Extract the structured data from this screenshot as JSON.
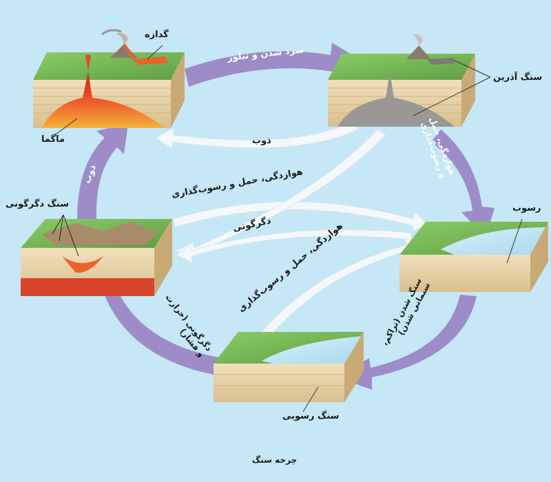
{
  "diagram": {
    "caption": "چرخه سنگ",
    "blocks": {
      "magma": "ماگما",
      "lava": "گدازه",
      "igneous": "سنگ آذرین",
      "sediment": "رسوب",
      "sedimentary": "سنگ رسوبی",
      "metamorphic": "سنگ دگرگونی"
    },
    "arrows": {
      "cooling": "سرد شدن و تبلور",
      "melt_top": "ذوب",
      "melt_left": "ذوب",
      "weathering_right": "هوازدگی، حمل و رسوب‌گذاری",
      "weathering_mid": "هوازدگی، حمل و رسوب‌گذاری",
      "weathering_low": "هوازدگی، حمل و رسوب‌گذاری",
      "metamorphism_mid": "دگرگونی",
      "lithification": "سنگ شدن (تراکم، سیمانی شدن)",
      "metamorphism_low": "دگرگونی (حرارت و فشار)"
    },
    "colors": {
      "background": "#c6e7f5",
      "cycle_arrow": "#9d8cc8",
      "inner_arrow": "#f4f8fb",
      "magma": "#e8452a",
      "grass": "#7cbf5a",
      "water": "#bfe4f2",
      "strata": "#e9d4a8"
    }
  }
}
